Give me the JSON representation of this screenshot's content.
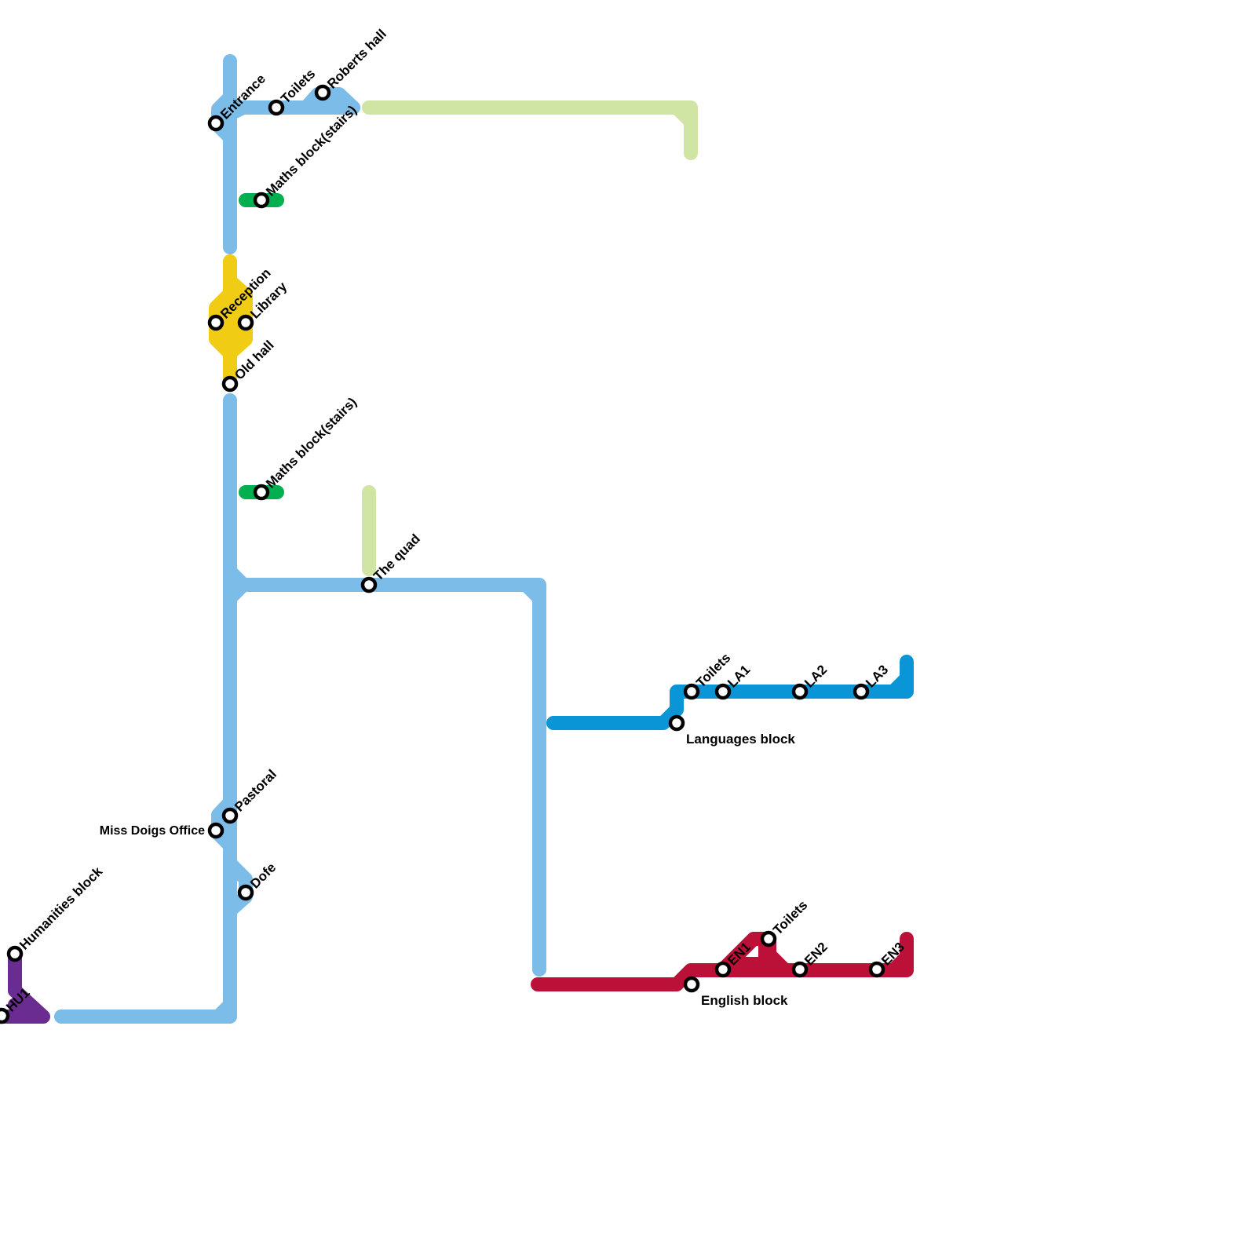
{
  "colors": {
    "main_corridor": "#7bbde8",
    "reception_area": "#f0cc14",
    "maths_stairs": "#00b050",
    "outdoor_path": "#d0e4a4",
    "languages": "#0a96d6",
    "english": "#bb1038",
    "humanities": "#6a2c91"
  },
  "stations": [
    {
      "name": "Entrance"
    },
    {
      "name": "Toilets"
    },
    {
      "name": "Roberts hall"
    },
    {
      "name": "Maths block(stairs)"
    },
    {
      "name": "Reception"
    },
    {
      "name": "Library"
    },
    {
      "name": "Old hall"
    },
    {
      "name": "Maths block(stairs)"
    },
    {
      "name": "The quad"
    },
    {
      "name": "Pastoral"
    },
    {
      "name": "Miss Doigs Office"
    },
    {
      "name": "Dofe"
    },
    {
      "name": "Humanities block"
    },
    {
      "name": "HU1"
    },
    {
      "name": "Toilets"
    },
    {
      "name": "Languages block"
    },
    {
      "name": "LA1"
    },
    {
      "name": "LA2"
    },
    {
      "name": "LA3"
    },
    {
      "name": "English block"
    },
    {
      "name": "EN1"
    },
    {
      "name": "Toilets"
    },
    {
      "name": "EN2"
    },
    {
      "name": "EN3"
    }
  ]
}
